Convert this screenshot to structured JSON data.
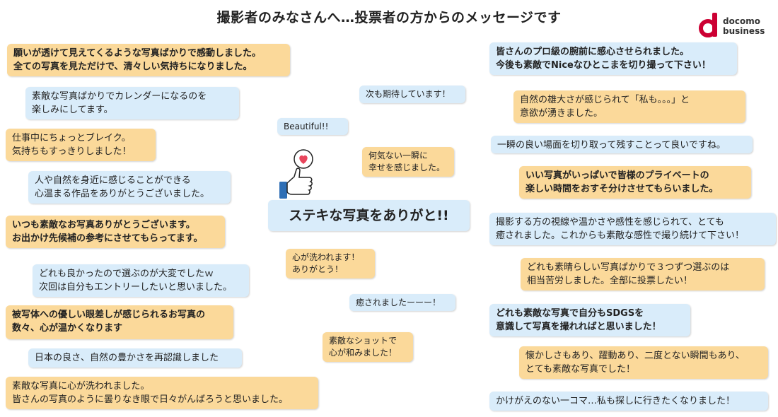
{
  "title": "撮影者のみなさんへ…投票者の方からのメッセージです",
  "logo": {
    "line1": "docomo",
    "line2": "business",
    "brand_color": "#cc0033"
  },
  "center": {
    "text": "ステキな写真をありがと!!",
    "icon": "thumbs-up-heart-icon"
  },
  "colors": {
    "yellow": "#fbd99a",
    "blue": "#d9ecfa"
  },
  "left_messages": [
    "願いが透けて見えてくるような写真ばかりで感動しました。\n全ての写真を見ただけで、清々しい気持ちになりました。",
    "素敵な写真ばかりでカレンダーになるのを\n楽しみにしてます。",
    "仕事中にちょっとブレイク。\n気持ちもすっきりしました！",
    "人や自然を身近に感じることができる\n心温まる作品をありがとうございました。",
    "いつも素敵なお写真ありがとうございます。\nお出かけ先候補の参考にさせてもらってます。",
    "どれも良かったので選ぶのが大変でしたｗ\n次回は自分もエントリーしたいと思いました。",
    "被写体への優しい眼差しが感じられるお写真の\n数々、心が温かくなります",
    "日本の良さ、自然の豊かさを再認識しました",
    "素敵な写真に心が洗われました。\n皆さんの写真のように曇りなき眼で日々がんばろうと思いました。"
  ],
  "middle_messages": [
    "次も期待しています！",
    "Beautiful!!",
    "何気ない一瞬に\n幸せを感じました。",
    "心が洗われます！\nありがとう！",
    "癒されましたーーー！",
    "素敵なショットで\n心が和みました！"
  ],
  "right_messages": [
    "皆さんのプロ級の腕前に感心させられました。\n今後も素敵でNiceなひとこまを切り撮って下さい！",
    "自然の雄大さが感じられて「私も。。。」と\n意欲が湧きました。",
    "一瞬の良い場面を切り取って残すことって良いですね。",
    "いい写真がいっぱいで皆様のプライベートの\n楽しい時間をおすそ分けさせてもらいました。",
    "撮影する方の視線や温かさや感性を感じられて、とても\n癒されました。これからも素敵な感性で撮り続けて下さい！",
    "どれも素晴らしい写真ばかりで３つずつ選ぶのは\n相当苦労しました。全部に投票したい！",
    "どれも素敵な写真で自分もSDGSを\n意識して写真を撮れればと思いました！",
    "懐かしさもあり、躍動あり、二度とない瞬間もあり、\nとても素敵な写真でした！",
    "かけがえのない一コマ…私も探しに行きたくなりました！"
  ]
}
